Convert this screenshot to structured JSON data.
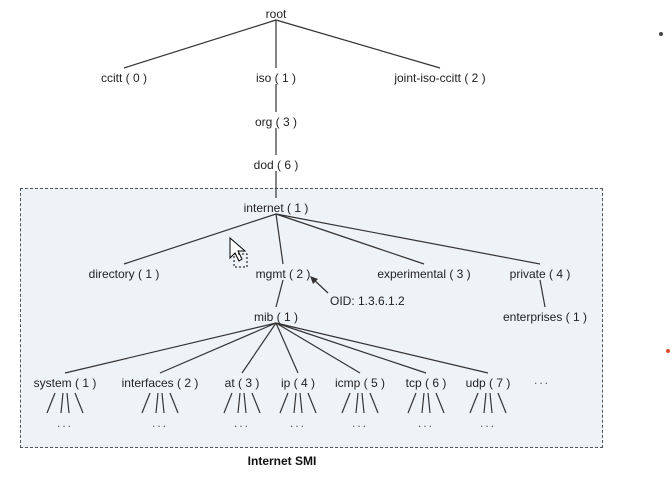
{
  "diagram": {
    "caption": "Internet SMI",
    "oid_note": "OID: 1.3.6.1.2",
    "ellipsis": "...",
    "colors": {
      "line": "#333333",
      "box_fill": "#eef3f8",
      "bullet_top": "#444444",
      "bullet_bottom": "#e0502a"
    },
    "nodes": [
      {
        "id": "root",
        "label": "root"
      },
      {
        "id": "ccitt",
        "label": "ccitt ( 0 )"
      },
      {
        "id": "iso",
        "label": "iso ( 1 )"
      },
      {
        "id": "joint",
        "label": "joint-iso-ccitt ( 2 )"
      },
      {
        "id": "org",
        "label": "org ( 3 )"
      },
      {
        "id": "dod",
        "label": "dod ( 6 )"
      },
      {
        "id": "internet",
        "label": "internet ( 1 )"
      },
      {
        "id": "directory",
        "label": "directory ( 1 )"
      },
      {
        "id": "mgmt",
        "label": "mgmt ( 2 )"
      },
      {
        "id": "experimental",
        "label": "experimental ( 3 )"
      },
      {
        "id": "private",
        "label": "private ( 4 )"
      },
      {
        "id": "enterprises",
        "label": "enterprises ( 1 )"
      },
      {
        "id": "mib",
        "label": "mib ( 1 )"
      },
      {
        "id": "system",
        "label": "system ( 1 )"
      },
      {
        "id": "interfaces",
        "label": "interfaces ( 2 )"
      },
      {
        "id": "at",
        "label": "at ( 3 )"
      },
      {
        "id": "ip",
        "label": "ip ( 4 )"
      },
      {
        "id": "icmp",
        "label": "icmp ( 5 )"
      },
      {
        "id": "tcp",
        "label": "tcp ( 6 )"
      },
      {
        "id": "udp",
        "label": "udp ( 7 )"
      }
    ],
    "edges": [
      [
        "root",
        "ccitt"
      ],
      [
        "root",
        "iso"
      ],
      [
        "root",
        "joint"
      ],
      [
        "iso",
        "org"
      ],
      [
        "org",
        "dod"
      ],
      [
        "dod",
        "internet"
      ],
      [
        "internet",
        "directory"
      ],
      [
        "internet",
        "mgmt"
      ],
      [
        "internet",
        "experimental"
      ],
      [
        "internet",
        "private"
      ],
      [
        "private",
        "enterprises"
      ],
      [
        "mgmt",
        "mib"
      ],
      [
        "mib",
        "system"
      ],
      [
        "mib",
        "interfaces"
      ],
      [
        "mib",
        "at"
      ],
      [
        "mib",
        "ip"
      ],
      [
        "mib",
        "icmp"
      ],
      [
        "mib",
        "tcp"
      ],
      [
        "mib",
        "udp"
      ]
    ]
  }
}
